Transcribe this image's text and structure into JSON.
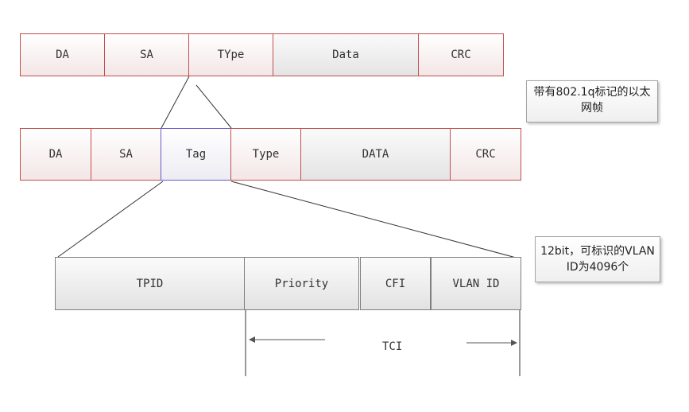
{
  "frame_802_3": {
    "fields": [
      "DA",
      "SA",
      "TYpe",
      "Data",
      "CRC"
    ]
  },
  "frame_802_1q": {
    "fields": [
      "DA",
      "SA",
      "Tag",
      "Type",
      "DATA",
      "CRC"
    ]
  },
  "tag_detail": {
    "fields": [
      "TPID",
      "Priority",
      "CFI",
      "VLAN ID"
    ],
    "tci_label": "TCI"
  },
  "notes": {
    "tagged_frame": "带有802.1q标记的以太网帧",
    "vlan_id": "12bit，可标识的VLAN ID为4096个"
  }
}
